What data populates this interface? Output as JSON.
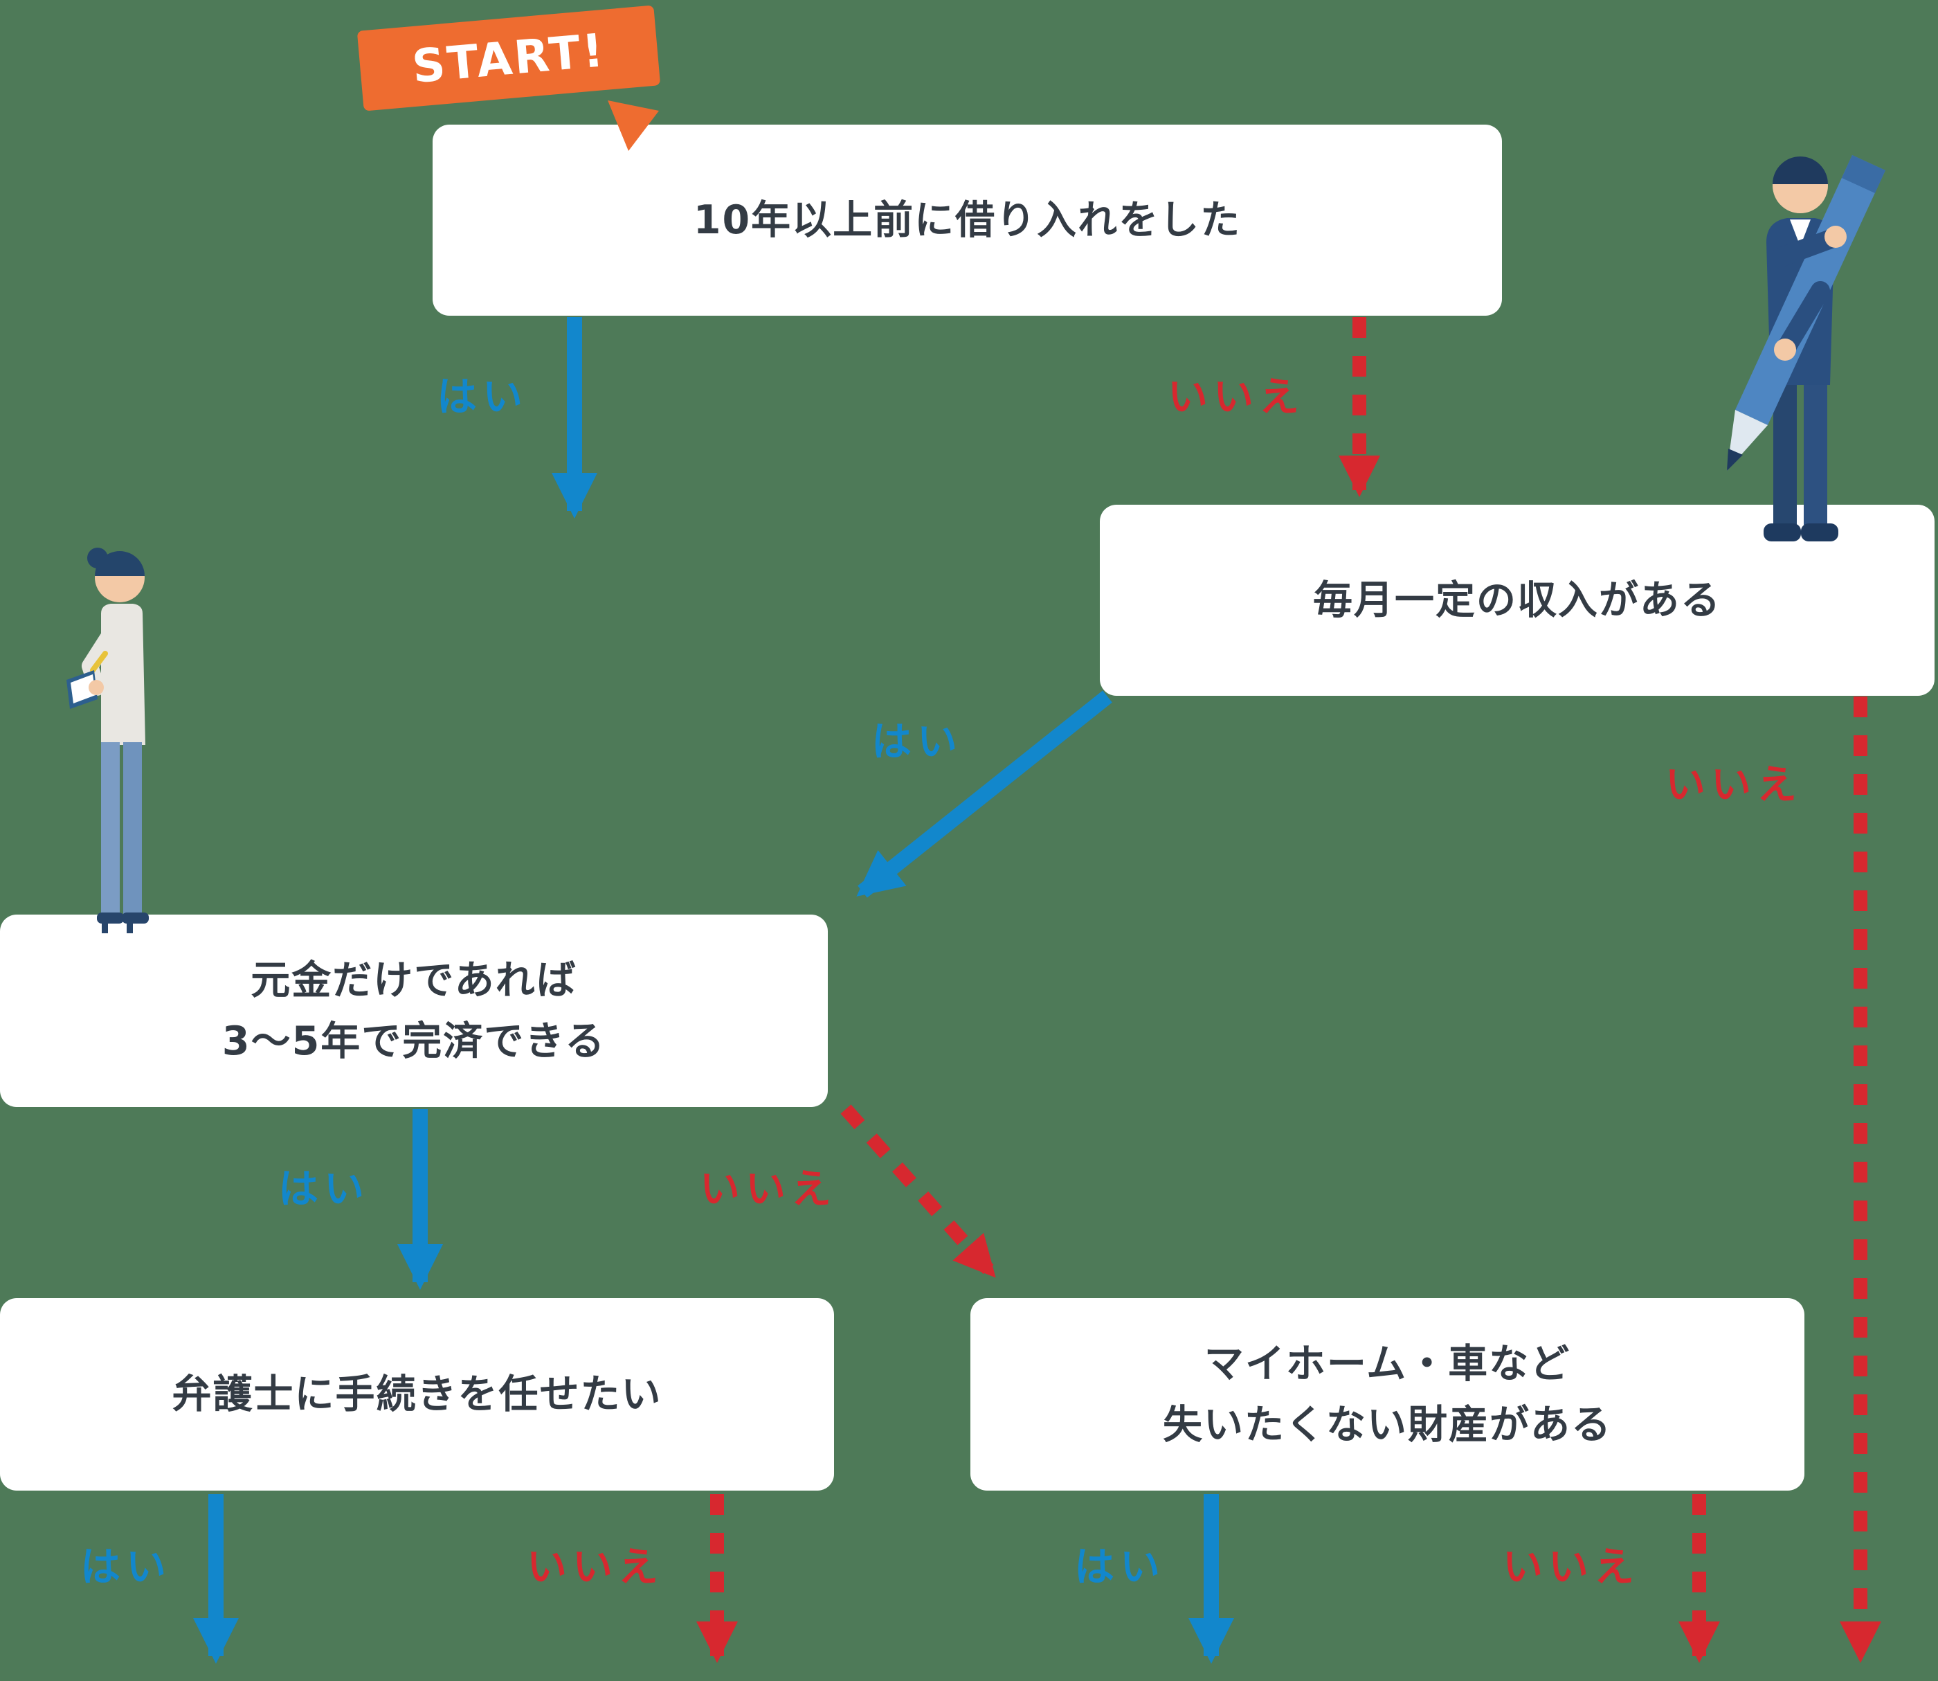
{
  "background_color": "#4e7a58",
  "colors": {
    "yes_arrow": "#1287cc",
    "no_arrow": "#d7282f",
    "start_background": "#ee6c30",
    "node_background": "#ffffff",
    "node_text": "#333b44"
  },
  "start": {
    "label": "START!"
  },
  "labels": {
    "yes": "はい",
    "no": "いいえ"
  },
  "nodes": {
    "q1": {
      "text": "10年以上前に借り入れをした"
    },
    "q2": {
      "text": "毎月一定の収入がある"
    },
    "q3": {
      "lines": [
        "元金だけであれば",
        "3〜5年で完済できる"
      ]
    },
    "q4": {
      "text": "弁護士に手続きを任せたい"
    },
    "q5": {
      "lines": [
        "マイホーム・車など",
        "失いたくない財産がある"
      ]
    }
  },
  "illustrations": {
    "top_right": "businessman-with-giant-pencil",
    "left": "woman-with-notebook"
  }
}
